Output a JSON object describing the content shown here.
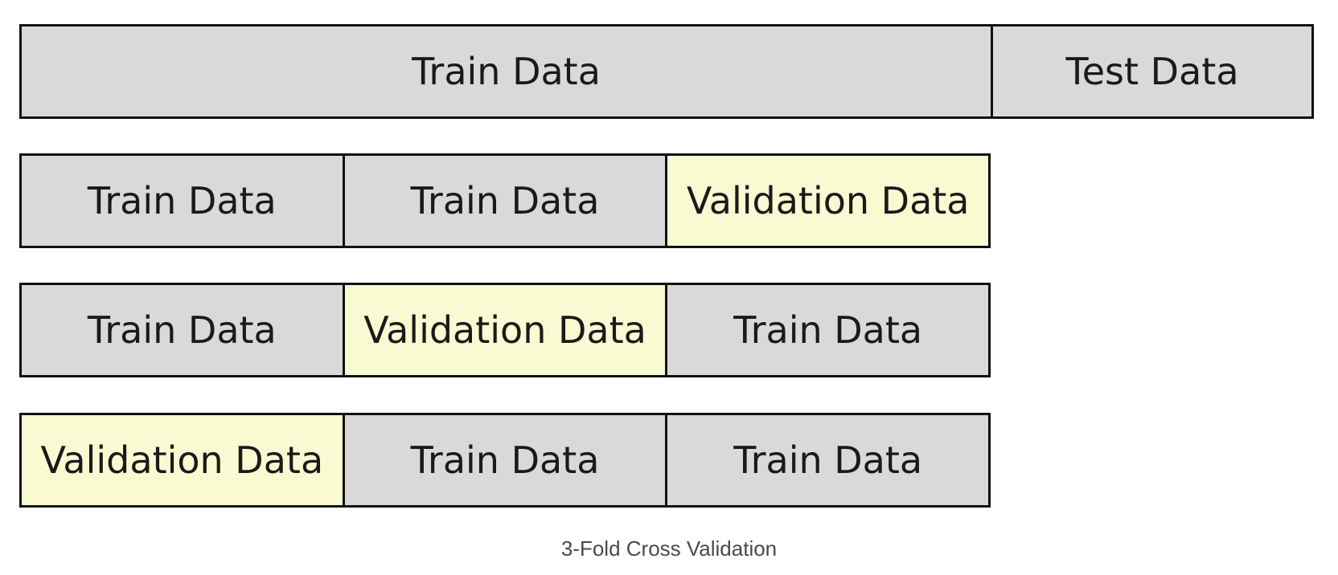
{
  "top_row": {
    "train_label": "Train Data",
    "test_label": "Test Data"
  },
  "folds": [
    [
      "Train Data",
      "Train Data",
      "Validation Data"
    ],
    [
      "Train Data",
      "Validation Data",
      "Train Data"
    ],
    [
      "Validation Data",
      "Train Data",
      "Train Data"
    ]
  ],
  "caption": "3-Fold Cross Validation",
  "colors": {
    "train": "#d9d9d9",
    "validation": "#fafad2",
    "border": "#111111"
  }
}
